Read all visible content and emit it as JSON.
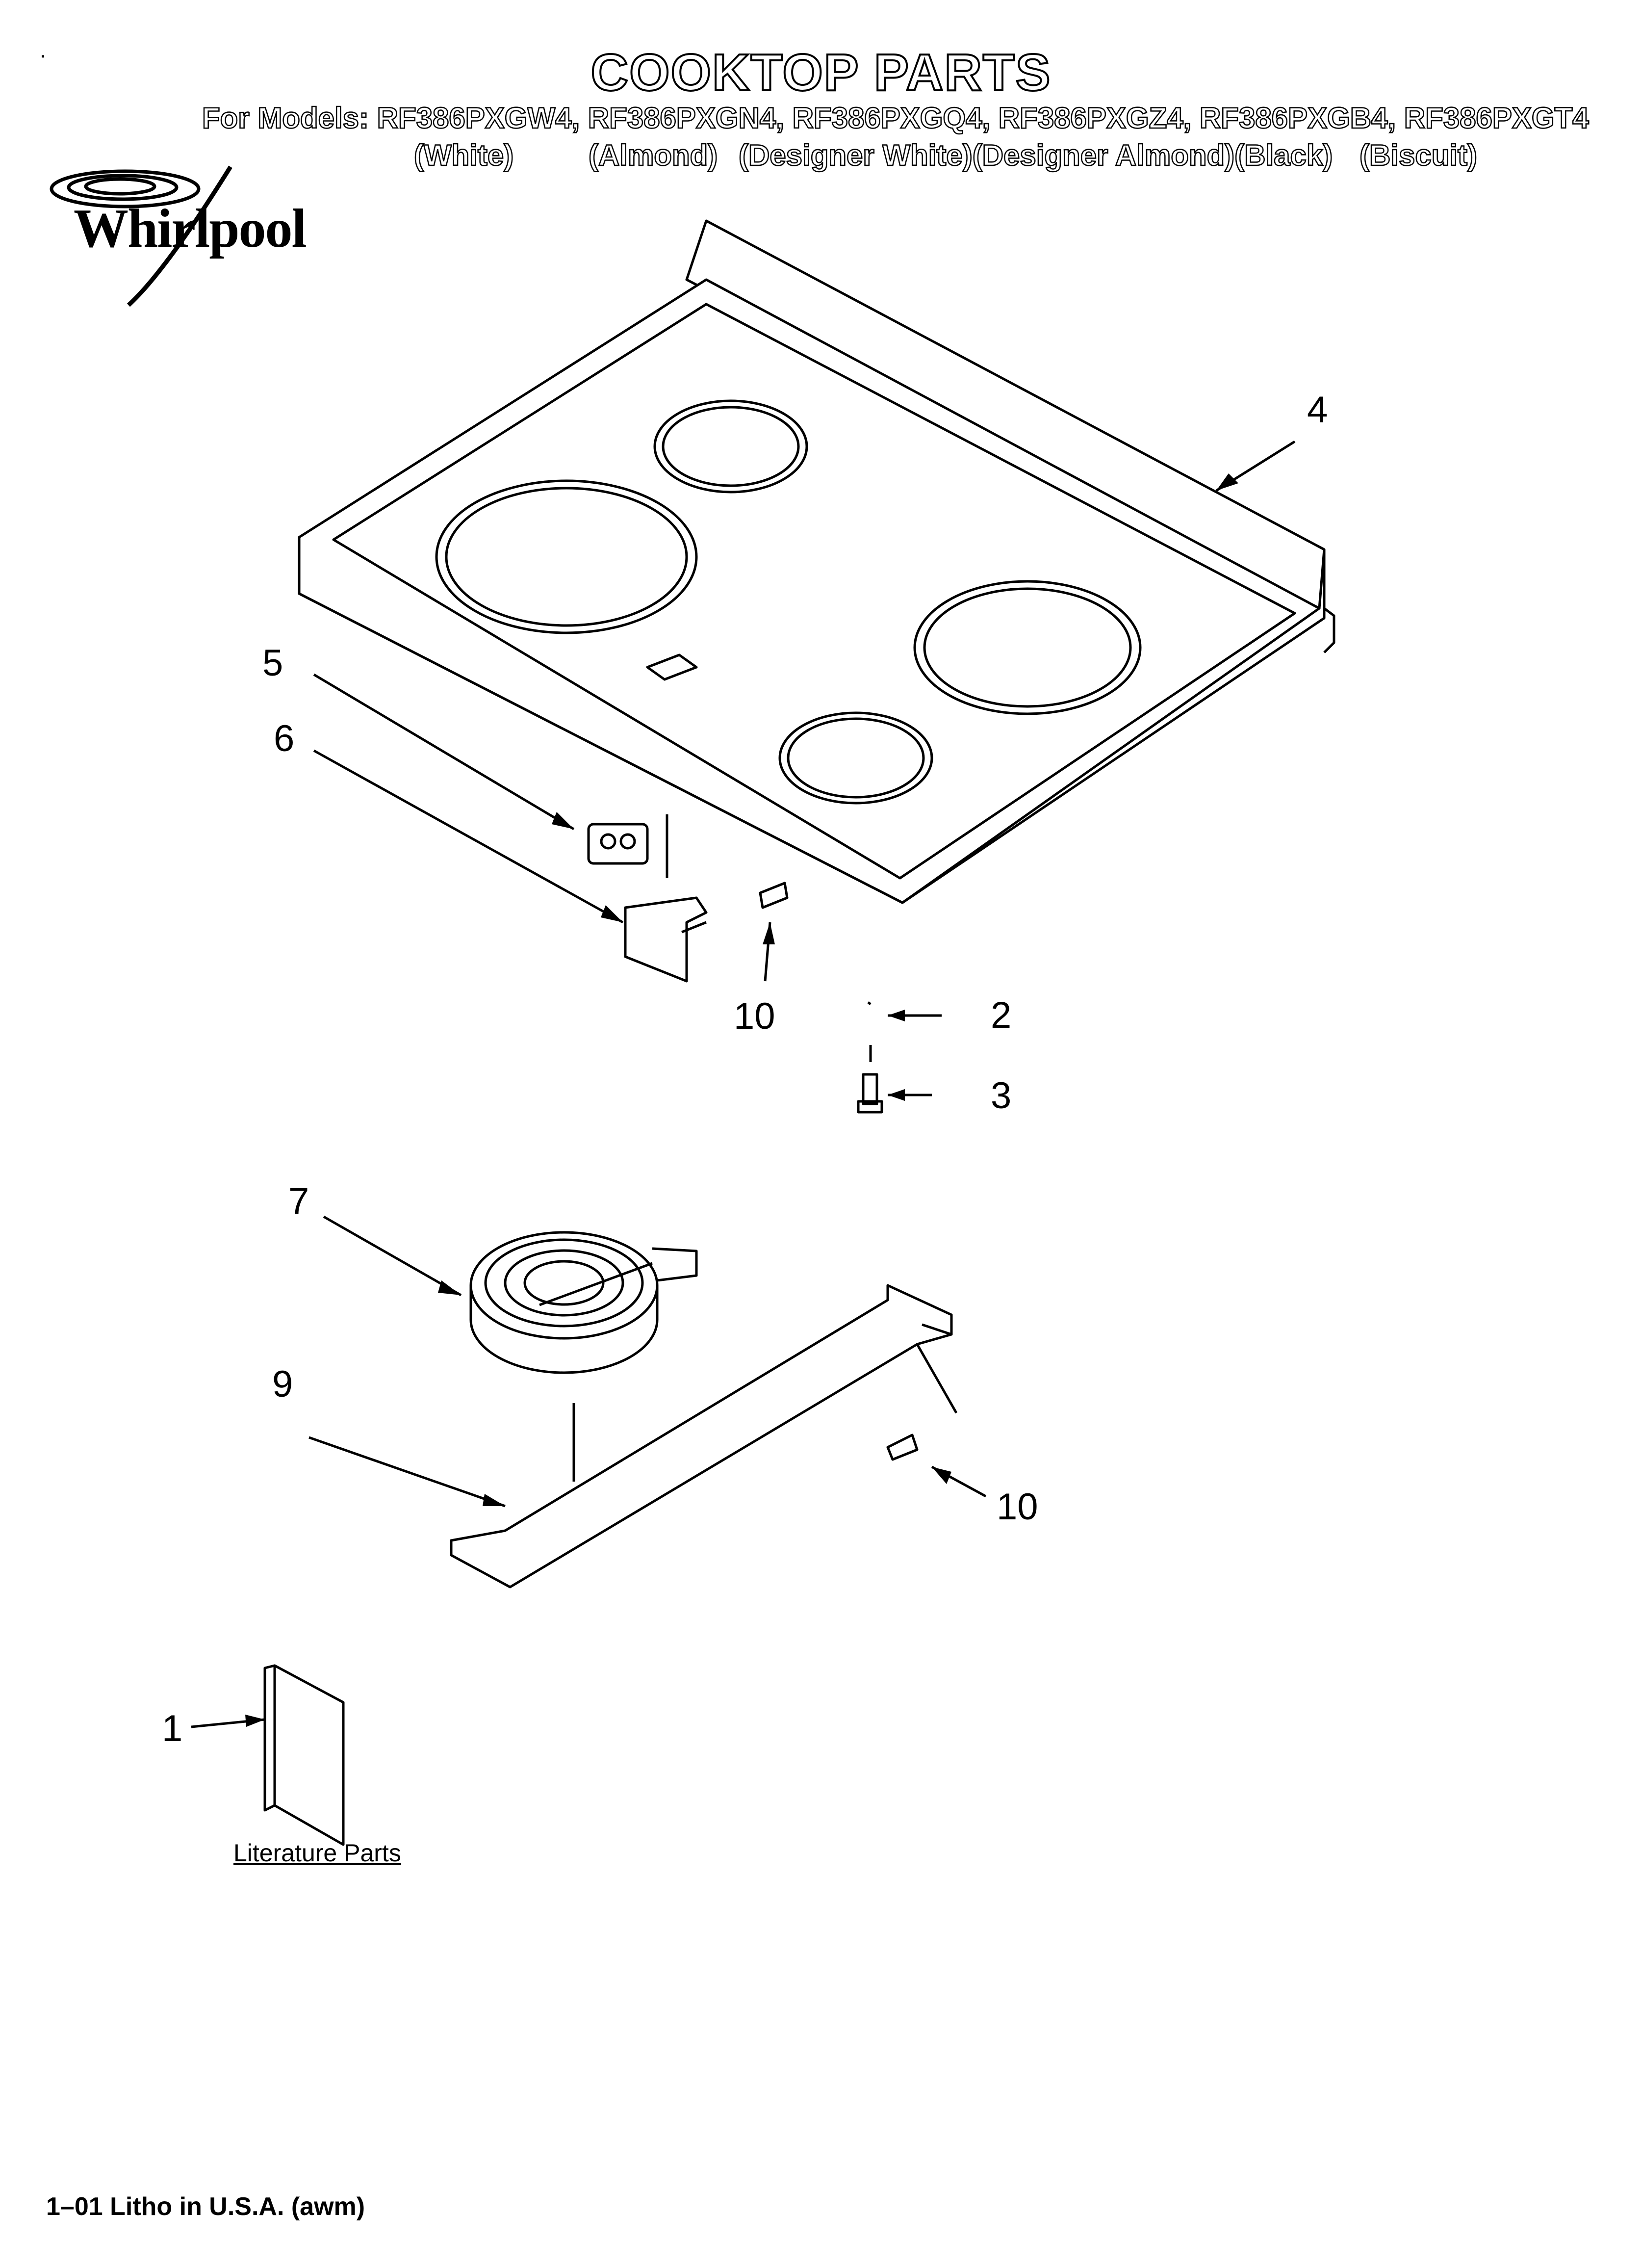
{
  "title": "COOKTOP PARTS",
  "models_line": "For Models: RF386PXGW4, RF386PXGN4, RF386PXGQ4, RF386PXGZ4, RF386PXGB4, RF386PXGT4",
  "colors": [
    "(White)",
    "(Almond)",
    "(Designer White)(Designer Almond)(Black)",
    "(Biscuit)"
  ],
  "brand": "Whirlpool",
  "callouts": {
    "c1": "1",
    "c2": "2",
    "c3": "3",
    "c4": "4",
    "c5": "5",
    "c6": "6",
    "c7": "7",
    "c9": "9",
    "c10a": "10",
    "c10b": "10"
  },
  "literature_label": "Literature Parts",
  "footer": "1–01 Litho in U.S.A. (awm)",
  "colors_style": {
    "ink": "#000000",
    "paper": "#ffffff"
  }
}
